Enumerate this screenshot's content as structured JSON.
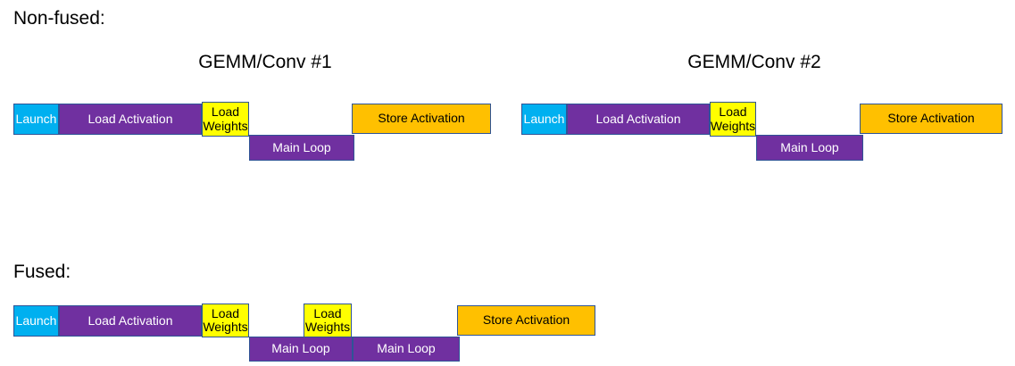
{
  "colors": {
    "launch": "#00B0F0",
    "purple": "#7030A0",
    "yellow": "#FFFF00",
    "orange": "#FFC000",
    "border": "#2F5496",
    "background": "#FFFFFF",
    "title_text": "#000000"
  },
  "non_fused": {
    "title": "Non-fused:",
    "gemm1": {
      "title": "GEMM/Conv #1",
      "launch": "Launch",
      "load_activation": "Load Activation",
      "load_weights": "Load Weights",
      "main_loop": "Main Loop",
      "store_activation": "Store Activation"
    },
    "gemm2": {
      "title": "GEMM/Conv #2",
      "launch": "Launch",
      "load_activation": "Load Activation",
      "load_weights": "Load Weights",
      "main_loop": "Main Loop",
      "store_activation": "Store Activation"
    }
  },
  "fused": {
    "title": "Fused:",
    "launch": "Launch",
    "load_activation": "Load Activation",
    "load_weights_1": "Load Weights",
    "main_loop_1": "Main Loop",
    "load_weights_2": "Load Weights",
    "main_loop_2": "Main Loop",
    "store_activation": "Store Activation"
  }
}
